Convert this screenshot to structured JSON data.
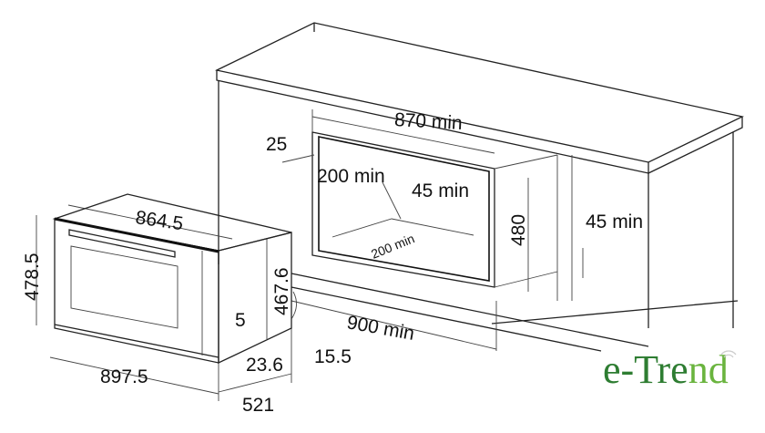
{
  "dimensions": {
    "cutout_width": "870 min",
    "side_gap": "25",
    "top_depth": "200 min",
    "vent_45_inner": "45 min",
    "cutout_height": "480",
    "vent_45_outer": "45 min",
    "bottom_depth": "200 min",
    "oven_width_top": "864.5",
    "oven_height_front": "478.5",
    "oven_height_body": "467.6",
    "bottom_gap": "5",
    "cabinet_width": "900 min",
    "oven_width_front": "897.5",
    "front_panel_depth": "23.6",
    "flush_offset": "15.5",
    "oven_depth": "521"
  },
  "logo": {
    "text_dark": "e-Tre",
    "text_light": "nd",
    "color_dark": "#2e7d32",
    "color_light": "#6ab43e"
  }
}
